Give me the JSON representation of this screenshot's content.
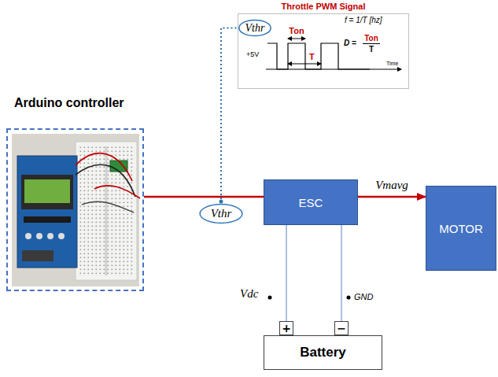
{
  "diagram": {
    "nodes": [
      {
        "text": [
          "Throttle PWM Signal"
        ]
      },
      {
        "text": [
          "Vthr"
        ],
        "in": 0
      },
      {
        "text": [
          "Arduino controller"
        ]
      },
      {
        "text": [
          "Vthr"
        ]
      },
      {
        "text": [
          "ESC"
        ]
      },
      {
        "text": [
          "MOTOR"
        ]
      },
      {
        "text": [
          "+"
        ]
      },
      {
        "text": [
          "−"
        ]
      },
      {
        "text": [
          "Battery"
        ]
      }
    ],
    "edges": [
      {
        "from": 2,
        "to": 4,
        "arrow": "none"
      },
      {
        "from": 3,
        "to": 1,
        "arrow": "none"
      },
      {
        "from": 4,
        "to": 5,
        "arrow": "to",
        "label": "Vmavg"
      },
      {
        "from": 4,
        "to": 6,
        "arrow": "none"
      },
      {
        "from": 4,
        "to": 7,
        "arrow": "none"
      }
    ],
    "labels": [
      "+5V",
      "Ton",
      "T",
      "f = 1/T [hz]",
      "D =",
      "Ton",
      "T",
      "Time",
      "Vdc",
      "GND"
    ]
  }
}
